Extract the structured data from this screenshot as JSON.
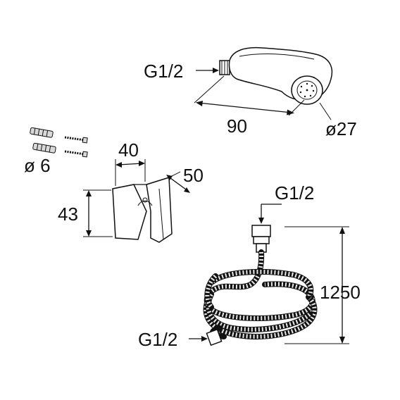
{
  "labels": {
    "handshower_thread": "G1/2",
    "handshower_length": "90",
    "handshower_diameter": "ø27",
    "fixing_diameter": "ø 6",
    "holder_width": "40",
    "holder_depth": "50",
    "holder_height": "43",
    "hose_thread_top": "G1/2",
    "hose_length": "1250",
    "hose_thread_bottom": "G1/2"
  }
}
